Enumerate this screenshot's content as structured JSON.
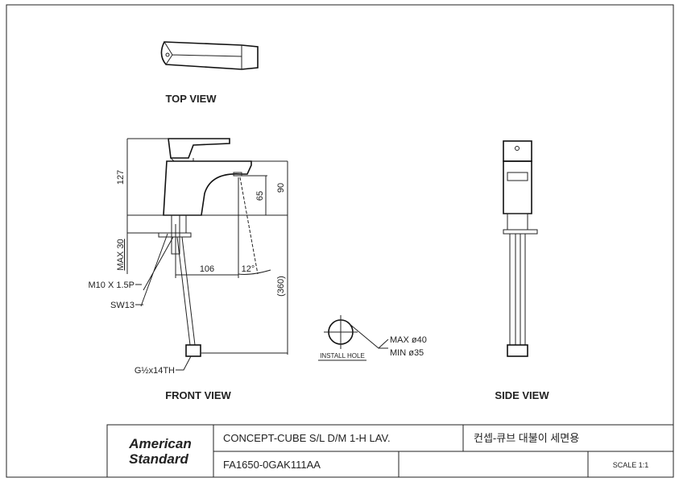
{
  "views": {
    "top": "TOP VIEW",
    "front": "FRONT VIEW",
    "side": "SIDE VIEW"
  },
  "dimensions": {
    "height_total": "127",
    "spout_height": "90",
    "outlet_height": "65",
    "max_deck": "MAX 30",
    "reach": "106",
    "angle": "12°",
    "hose_length": "(360)",
    "thread": "M10 X 1.5P",
    "wrench": "SW13",
    "connector": "G½x14TH"
  },
  "install_hole": {
    "label": "INSTALL HOLE",
    "max": "MAX ø40",
    "min": "MIN ø35"
  },
  "title_block": {
    "brand_line1": "American",
    "brand_line2": "Standard",
    "product_name": "CONCEPT-CUBE S/L D/M 1-H LAV.",
    "product_name_kr": "컨셉-큐브 대불이 세면용",
    "model_code": "FA1650-0GAK111AA",
    "scale": "SCALE 1:1"
  }
}
